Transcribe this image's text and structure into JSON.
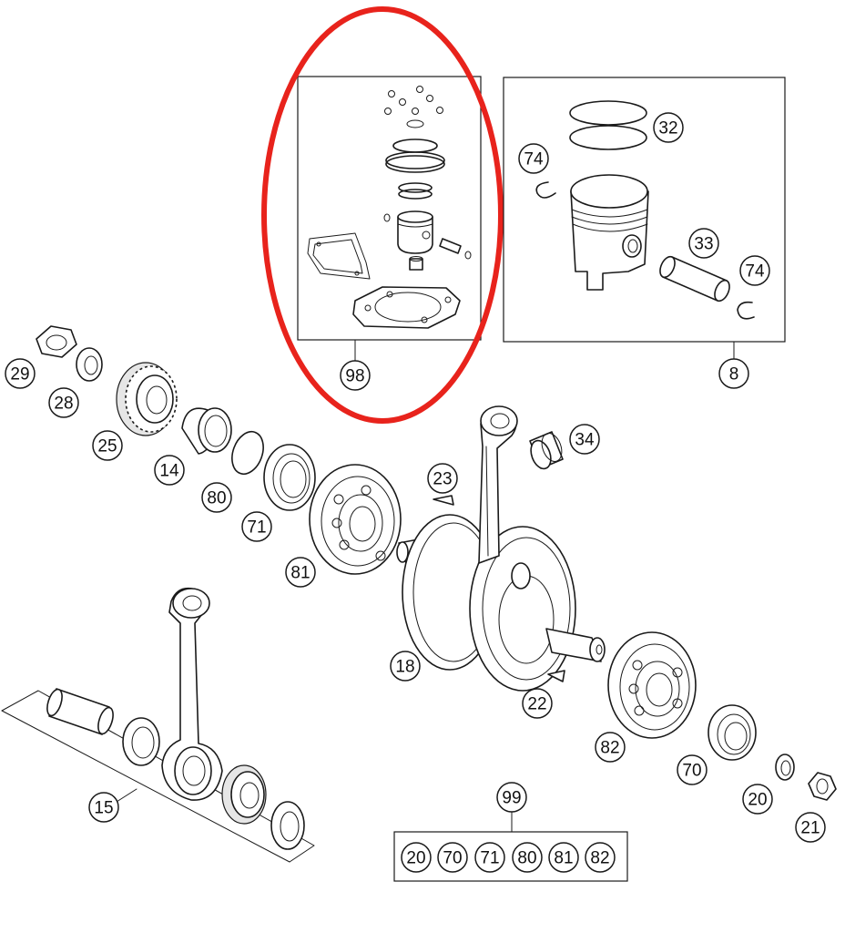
{
  "highlight_color": "#e8231c",
  "callouts": {
    "c98": "98",
    "c8": "8",
    "c32": "32",
    "c74a": "74",
    "c33": "33",
    "c74b": "74",
    "c29": "29",
    "c28": "28",
    "c25": "25",
    "c14": "14",
    "c80": "80",
    "c71": "71",
    "c81": "81",
    "c23": "23",
    "c34": "34",
    "c18": "18",
    "c22": "22",
    "c82": "82",
    "c70": "70",
    "c20": "20",
    "c21": "21",
    "c15": "15",
    "c99": "99"
  },
  "kit_99": [
    "20",
    "70",
    "71",
    "80",
    "81",
    "82"
  ]
}
